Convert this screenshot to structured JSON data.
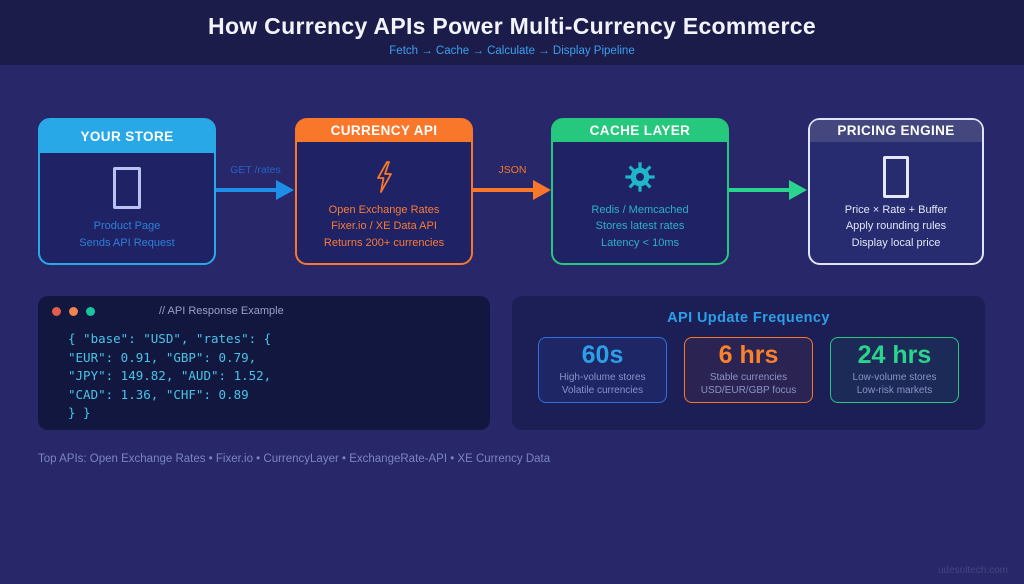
{
  "header": {
    "title": "How Currency APIs Power Multi-Currency Ecommerce",
    "subtitle": "Fetch → Cache → Calculate → Display Pipeline"
  },
  "flow": {
    "boxes": [
      {
        "title": "YOUR STORE",
        "icon": "storefront-missing-glyph",
        "accent": "#29A8E8",
        "lines": [
          "Product Page",
          "Sends API Request"
        ]
      },
      {
        "title": "CURRENCY API",
        "icon": "lightning-icon",
        "accent": "#F9772B",
        "lines": [
          "Open Exchange Rates",
          "Fixer.io / XE Data API",
          "Returns 200+ currencies"
        ]
      },
      {
        "title": "CACHE LAYER",
        "icon": "gear-icon",
        "accent": "#25C87D",
        "lines": [
          "Redis / Memcached",
          "Stores latest rates",
          "Latency < 10ms"
        ]
      },
      {
        "title": "PRICING ENGINE",
        "icon": "money-missing-glyph",
        "accent": "#DFE4F8",
        "lines": [
          "Price × Rate + Buffer",
          "Apply rounding rules",
          "Display local price"
        ]
      }
    ],
    "arrows": [
      {
        "label": "GET /rates",
        "color": "#1E8FE8"
      },
      {
        "label": "JSON",
        "color": "#F9772B"
      },
      {
        "label": "",
        "color": "#2BD48E"
      }
    ]
  },
  "code_panel": {
    "title": "// API Response Example",
    "lines": [
      "{ \"base\": \"USD\", \"rates\": {",
      "\"EUR\": 0.91, \"GBP\": 0.79,",
      "\"JPY\": 149.82, \"AUD\": 1.52,",
      "\"CAD\": 1.36, \"CHF\": 0.89",
      "} }"
    ]
  },
  "frequency_panel": {
    "title": "API Update Frequency",
    "cards": [
      {
        "value": "60s",
        "accent": "#2D9FE8",
        "lines": [
          "High-volume stores",
          "Volatile currencies"
        ]
      },
      {
        "value": "6 hrs",
        "accent": "#F9822B",
        "lines": [
          "Stable currencies",
          "USD/EUR/GBP focus"
        ]
      },
      {
        "value": "24 hrs",
        "accent": "#2BD48E",
        "lines": [
          "Low-volume stores",
          "Low-risk markets"
        ]
      }
    ]
  },
  "footer": {
    "text": "Top APIs: Open Exchange Rates • Fixer.io • CurrencyLayer • ExchangeRate-API • XE Currency Data"
  },
  "watermark": "udesoltech.com"
}
